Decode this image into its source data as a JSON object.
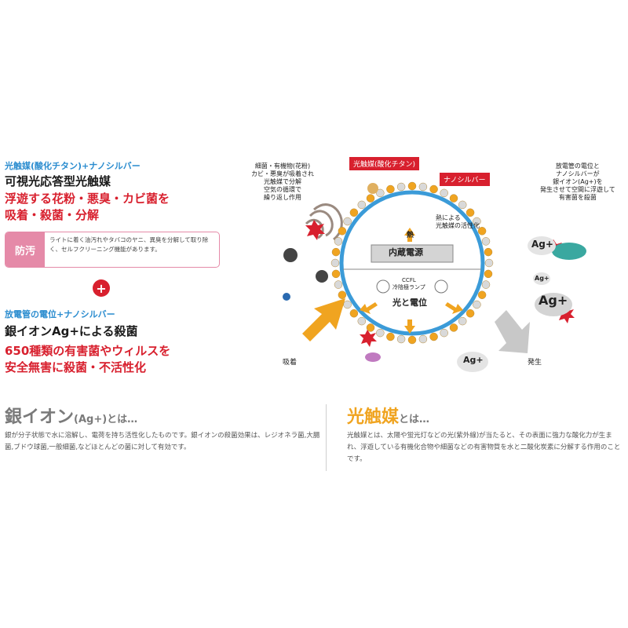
{
  "left": {
    "heading1": "光触媒(酸化チタン)+ナノシルバー",
    "title1": "可視光応答型光触媒",
    "red1_line1": "浮遊する花粉・悪臭・カビ菌を",
    "red1_line2": "吸着・殺菌・分解",
    "antifouling_tag": "防汚",
    "antifouling_text": "ライトに着く油汚れやタバコのヤニ、異臭を分解して取り除く、セルフクリーニング機能があります。",
    "plus": "+",
    "heading2": "放電管の電位+ナノシルバー",
    "title2": "銀イオンAg+による殺菌",
    "red2_line1": "650種類の有害菌やウィルスを",
    "red2_line2": "安全無害に殺菌・不活性化"
  },
  "diagram": {
    "label_bacteria_l1": "細菌・有機物(花粉)",
    "label_bacteria_l2": "カビ・悪臭が吸着され",
    "label_bacteria_l3": "光触媒で分解",
    "label_bacteria_l4": "空気の循環で",
    "label_bacteria_l5": "繰り返し作用",
    "tag_titanium": "光触媒(酸化チタン)",
    "tag_nanosilver": "ナノシルバー",
    "label_heat_l1": "熱による",
    "label_heat_l2": "光触媒の活性化",
    "label_discharge_l1": "放電管の電位と",
    "label_discharge_l2": "ナノシルバーが",
    "label_discharge_l3": "銀イオン(Ag+)を",
    "label_discharge_l4": "発生させて空間に浮遊して",
    "label_discharge_l5": "有害菌を殺菌",
    "heat": "熱",
    "power": "内蔵電源",
    "ccfl_l1": "CCFL",
    "ccfl_l2": "冷陰極ランプ",
    "light_potential": "光と電位",
    "adsorb": "吸着",
    "generate": "発生",
    "ag1": "Ag+",
    "ag2": "Ag+",
    "ag3": "Ag+",
    "ag4": "Ag+"
  },
  "bottom": {
    "ag_heading_big": "銀イオン",
    "ag_heading_small": "(Ag+)とは…",
    "ag_text": "銀が分子状態で水に溶解し、電荷を持ち活性化したものです。銀イオンの殺菌効果は、レジオネラ菌,大腸菌,ブドウ球菌,一般細菌,などほとんどの菌に対して有効です。",
    "pc_heading_big": "光触媒",
    "pc_heading_small": "とは…",
    "pc_text": "光触媒とは、太陽や蛍光灯などの光(紫外線)が当たると、その表面に強力な酸化力が生まれ、浮遊している有機化合物や細菌などの有害物質を水と二酸化炭素に分解する作用のことです。"
  },
  "colors": {
    "accent_blue": "#2a8ccf",
    "accent_red": "#d8202e",
    "accent_orange": "#f0a420",
    "pink": "#e58aa8"
  }
}
